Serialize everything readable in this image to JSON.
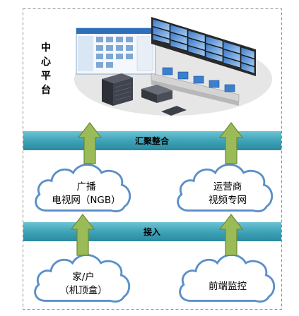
{
  "central_platform": {
    "label_chars": [
      "中",
      "心",
      "平",
      "台"
    ]
  },
  "bands": {
    "aggregation": "汇聚整合",
    "access": "接入"
  },
  "clouds": {
    "broadcast": {
      "line1": "广播",
      "line2": "电视网（NGB）"
    },
    "operator": {
      "line1": "运营商",
      "line2": "视频专网"
    },
    "home": {
      "line1": "家/户",
      "line2": "（机顶盒）"
    },
    "frontend": {
      "line1": "前端监控"
    }
  },
  "colors": {
    "band_fill": "#3fa3b8",
    "arrow_fill": "#9bbb59",
    "arrow_stroke": "#6a8a30",
    "cloud_stroke": "#5b8fc9",
    "border": "#8c8c8c"
  }
}
